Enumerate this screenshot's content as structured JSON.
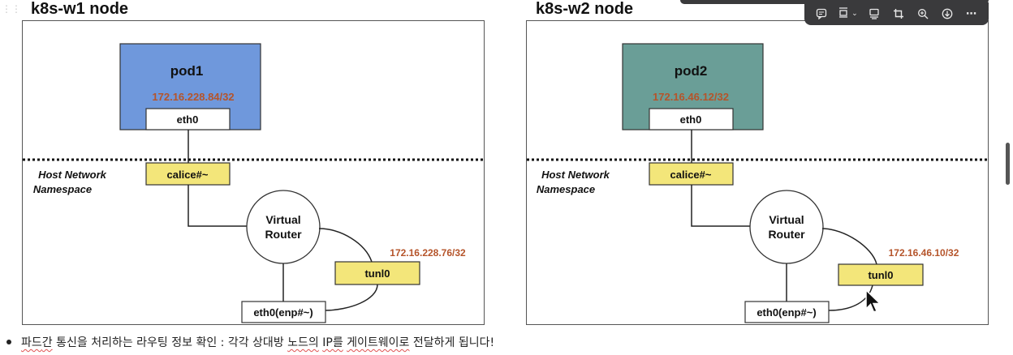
{
  "nodes": [
    {
      "title": "k8s-w1 node",
      "pod_label": "pod1",
      "pod_ip": "172.16.228.84/32",
      "pod_color": "#6f98dc",
      "eth0_label": "eth0",
      "calice_label": "calice#~",
      "namespace_line1": "Host Network",
      "namespace_line2": "Namespace",
      "router_line1": "Virtual",
      "router_line2": "Router",
      "tunl_ip": "172.16.228.76/32",
      "tunl_label": "tunl0",
      "enp_label": "eth0(enp#~)"
    },
    {
      "title": "k8s-w2 node",
      "pod_label": "pod2",
      "pod_ip": "172.16.46.12/32",
      "pod_color": "#6a9e97",
      "eth0_label": "eth0",
      "calice_label": "calice#~",
      "namespace_line1": "Host Network",
      "namespace_line2": "Namespace",
      "router_line1": "Virtual",
      "router_line2": "Router",
      "tunl_ip": "172.16.46.10/32",
      "tunl_label": "tunl0",
      "enp_label": "eth0(enp#~)"
    }
  ],
  "colors": {
    "ip_text": "#b5542a",
    "yellow_box": "#f3e67a",
    "toolbar_bg": "#3a3a3c"
  },
  "toolbar": {
    "buttons": [
      "comment-icon",
      "align-icon",
      "chevron-down-icon",
      "caption-icon",
      "crop-icon",
      "zoom-in-icon",
      "download-icon",
      "more-icon"
    ]
  },
  "caption": {
    "part1": "파드",
    "part2": "간",
    "part3": " 통신을 처리하는 라우팅 정보 확인 : 각각 상대방 ",
    "part4": "노드의",
    "part5": " ",
    "part6": "IP를",
    "part7": " ",
    "part8": "게이트웨이로",
    "part9": " 전달하게 됩니다!"
  }
}
